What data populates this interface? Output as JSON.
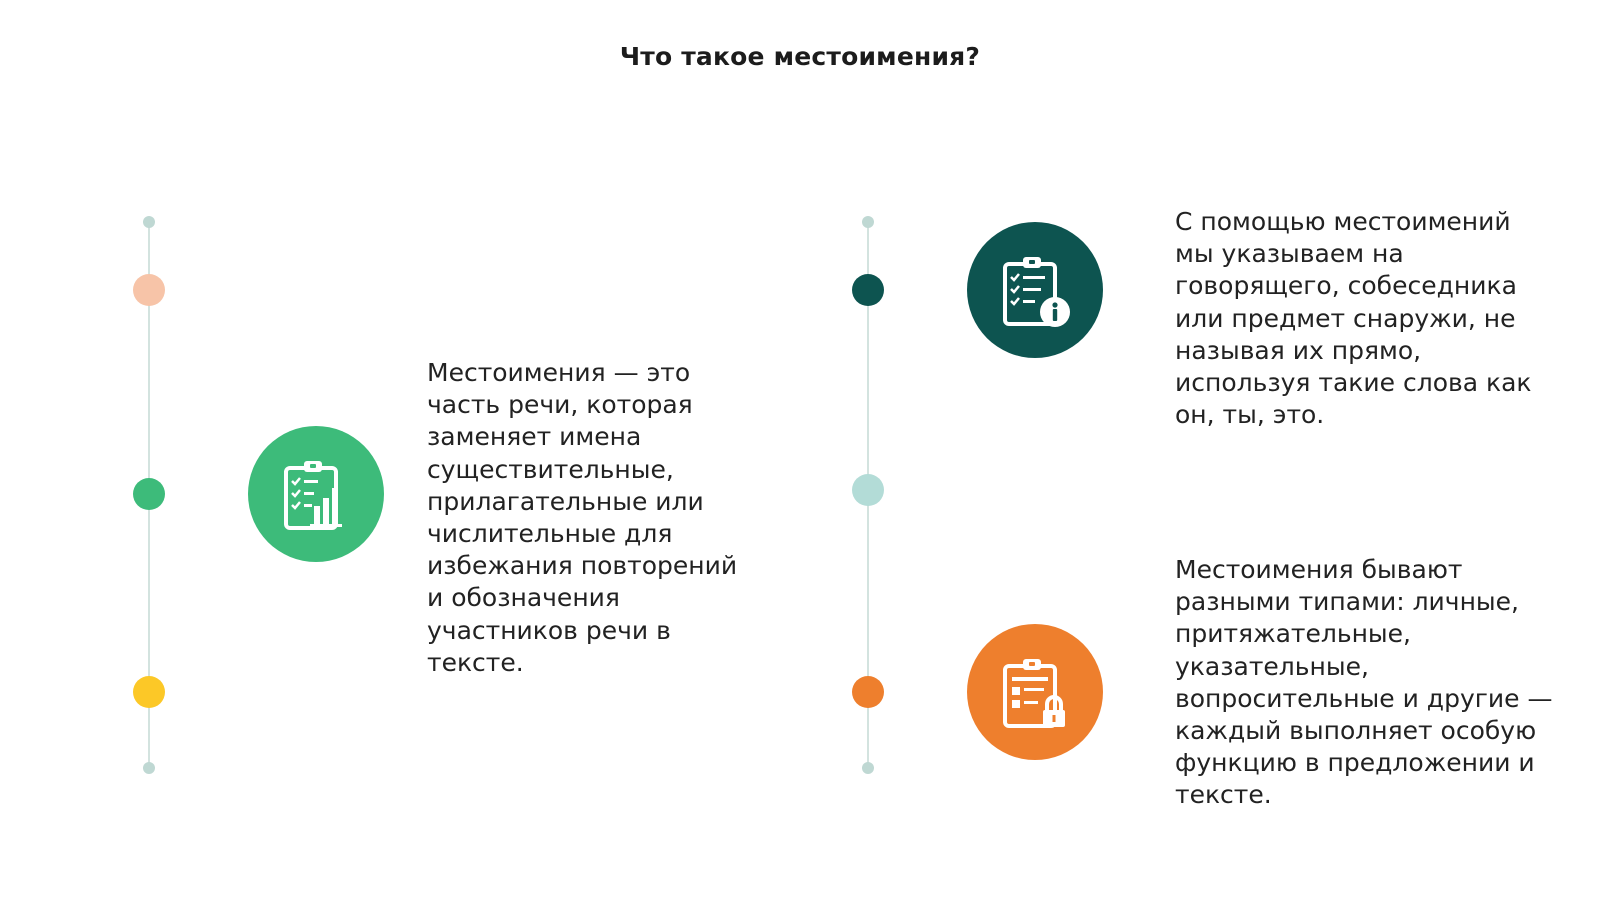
{
  "title": "Что такое местоимения?",
  "items": [
    {
      "text": "Местоимения — это часть речи, которая заменяет имена существительные, прилагательные или числительные для избежания повторений и обозначения участников речи в тексте.",
      "icon": "clipboard-chart-icon",
      "color": "#3dbb7a"
    },
    {
      "text": "С помощью местоимений мы указываем на говорящего, собеседника или предмет снаружи, не называя их прямо, используя такие слова как он, ты, это.",
      "icon": "clipboard-info-icon",
      "color": "#0d5450"
    },
    {
      "text": "Местоимения бывают разными типами: личные, притяжательные, указательные, вопросительные и другие — каждый выполняет особую функцию в предложении и тексте.",
      "icon": "clipboard-lock-icon",
      "color": "#ee7f2d"
    }
  ],
  "timeline_colors": {
    "left": [
      "#f7c4a8",
      "#3dbb7a",
      "#fcc827"
    ],
    "right": [
      "#0d5450",
      "#b3dcd7",
      "#ee7f2d"
    ],
    "track": "#d3e3df"
  }
}
